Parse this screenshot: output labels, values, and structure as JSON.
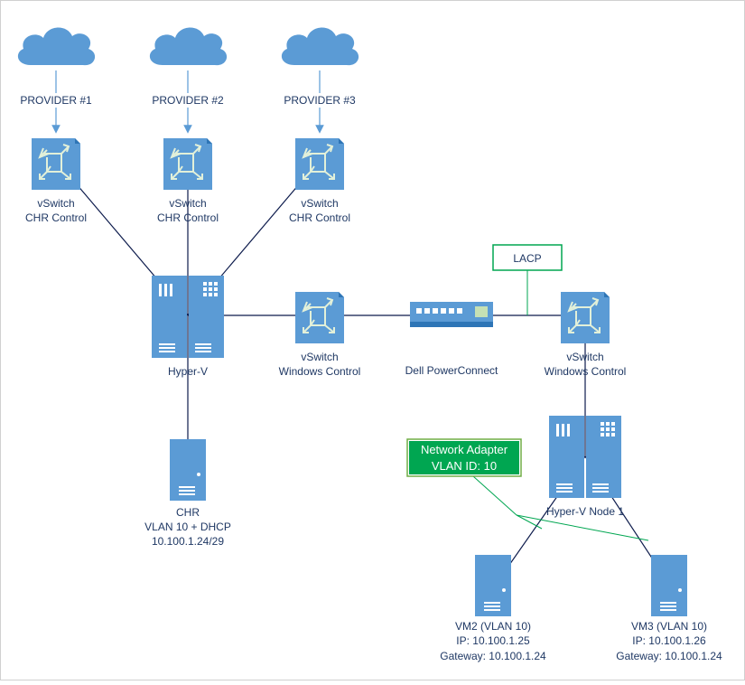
{
  "colors": {
    "device_fill": "#5b9bd5",
    "device_dark": "#2e75b6",
    "line": "#0d1b4c",
    "green": "#00a651",
    "label_text": "#1f3864",
    "callout_green": "#70ad47"
  },
  "providers": [
    {
      "label": "PROVIDER #1",
      "icon": "cloud-icon"
    },
    {
      "label": "PROVIDER #2",
      "icon": "cloud-icon"
    },
    {
      "label": "PROVIDER #3",
      "icon": "cloud-icon"
    }
  ],
  "chr_vswitches": [
    {
      "line1": "vSwitch",
      "line2": "CHR Control",
      "icon": "router-icon"
    },
    {
      "line1": "vSwitch",
      "line2": "CHR Control",
      "icon": "router-icon"
    },
    {
      "line1": "vSwitch",
      "line2": "CHR Control",
      "icon": "router-icon"
    }
  ],
  "hyperv": {
    "label": "Hyper-V",
    "icon": "server-icon"
  },
  "win_vswitch_1": {
    "line1": "vSwitch",
    "line2": "Windows Control",
    "icon": "router-icon"
  },
  "switch": {
    "label": "Dell PowerConnect",
    "icon": "network-switch-icon"
  },
  "lacp": {
    "label": "LACP"
  },
  "win_vswitch_2": {
    "line1": "vSwitch",
    "line2": "Windows Control",
    "icon": "router-icon"
  },
  "hyperv_node": {
    "label": "Hyper-V Node 1",
    "icon": "server-icon"
  },
  "adapter": {
    "line1": "Network Adapter",
    "line2": "VLAN ID: 10"
  },
  "chr": {
    "line1": "CHR",
    "line2": "VLAN 10 + DHCP",
    "line3": "10.100.1.24/29",
    "icon": "server-tower-icon"
  },
  "vm2": {
    "line1": "VM2 (VLAN 10)",
    "line2": "IP: 10.100.1.25",
    "line3": "Gateway: 10.100.1.24",
    "icon": "server-tower-icon"
  },
  "vm3": {
    "line1": "VM3 (VLAN 10)",
    "line2": "IP: 10.100.1.26",
    "line3": "Gateway: 10.100.1.24",
    "icon": "server-tower-icon"
  }
}
